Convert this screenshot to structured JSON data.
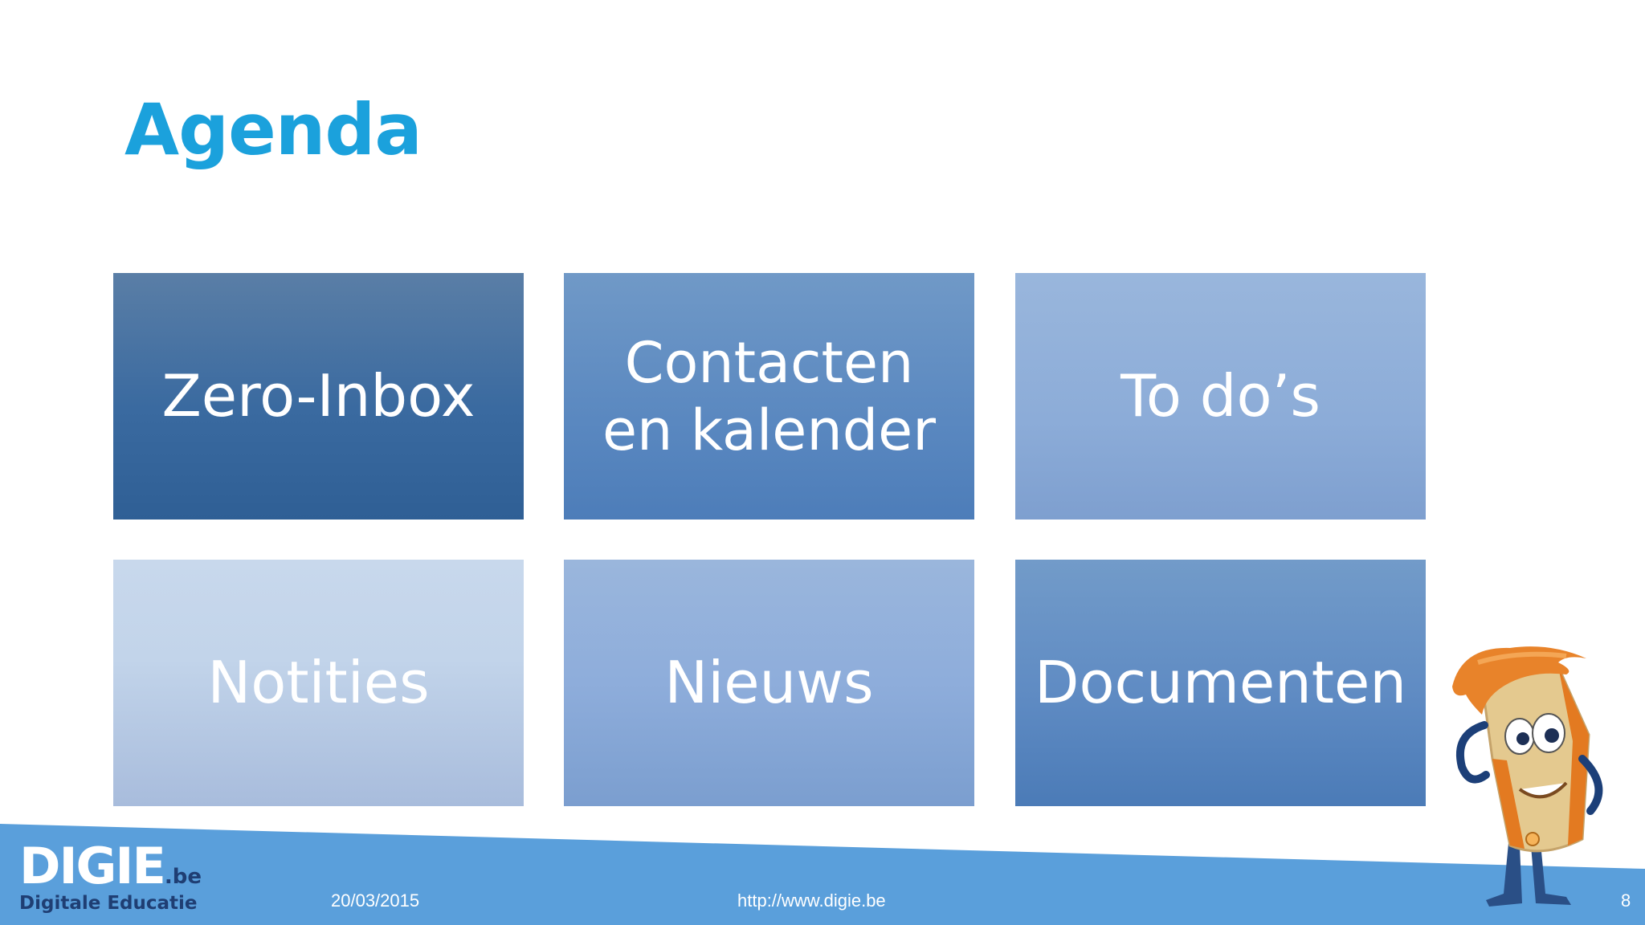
{
  "slide": {
    "title": "Agenda",
    "tiles": [
      {
        "label": "Zero-Inbox"
      },
      {
        "label": "Contacten\nen kalender"
      },
      {
        "label": "To do’s"
      },
      {
        "label": "Notities"
      },
      {
        "label": "Nieuws"
      },
      {
        "label": "Documenten"
      }
    ]
  },
  "footer": {
    "logo_main": "DIGIE",
    "logo_suffix": ".be",
    "logo_subtitle": "Digitale Educatie",
    "date": "20/03/2015",
    "url": "http://www.digie.be",
    "page_number": "8"
  },
  "colors": {
    "title": "#1ba1dc",
    "footer_band": "#5a9fdb",
    "logo_dark": "#1f3e73"
  }
}
